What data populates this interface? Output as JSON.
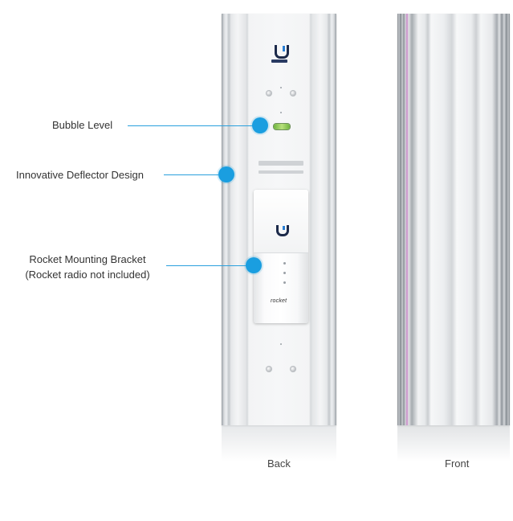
{
  "callouts": {
    "bubble_level": "Bubble Level",
    "deflector": "Innovative Deflector Design",
    "bracket_line1": "Rocket Mounting Bracket",
    "bracket_line2": "(Rocket radio not included)"
  },
  "captions": {
    "back": "Back",
    "front": "Front"
  },
  "colors": {
    "callout_accent": "#1a9ee0",
    "logo_blue": "#2a7fd4"
  },
  "icons": [
    "ubiquiti-logo-icon"
  ]
}
